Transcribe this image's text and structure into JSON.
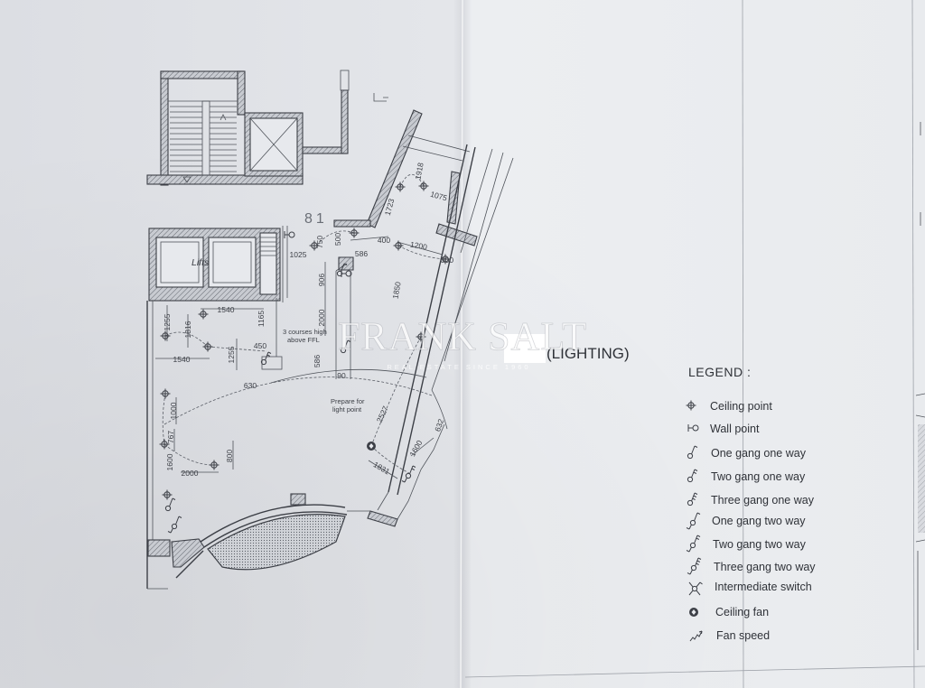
{
  "title": "(LIGHTING)",
  "watermark": {
    "brand": "FRANK SALT",
    "tagline": "REAL ESTATE SINCE 1960"
  },
  "plan": {
    "room_number": "81",
    "lifts_label": "Lifts",
    "notes": [
      "3 courses high",
      "above FFL",
      "Prepare for",
      "light point"
    ],
    "dimensions": [
      "750",
      "500",
      "400",
      "1025",
      "586",
      "1200",
      "300",
      "1723",
      "1918",
      "1075",
      "906",
      "1850",
      "2000",
      "1255",
      "1540",
      "1165",
      "1816",
      "1255",
      "450",
      "1540",
      "586",
      "630",
      "90",
      "2527",
      "632",
      "1000",
      "767",
      "800",
      "1600",
      "1831",
      "1600",
      "2000"
    ]
  },
  "legend": {
    "heading": "LEGEND :",
    "items": [
      {
        "label": "Ceiling point",
        "icon": "ceiling-point-icon"
      },
      {
        "label": "Wall point",
        "icon": "wall-point-icon"
      },
      {
        "label": "One gang one way",
        "icon": "one-gang-one-way-switch-icon"
      },
      {
        "label": "Two gang one way",
        "icon": "two-gang-one-way-switch-icon"
      },
      {
        "label": "Three gang one way",
        "icon": "three-gang-one-way-switch-icon"
      },
      {
        "label": "One gang two way",
        "icon": "one-gang-two-way-switch-icon"
      },
      {
        "label": "Two gang two way",
        "icon": "two-gang-two-way-switch-icon"
      },
      {
        "label": "Three gang two way",
        "icon": "three-gang-two-way-switch-icon"
      },
      {
        "label": "Intermediate switch",
        "icon": "intermediate-switch-icon"
      },
      {
        "label": "Ceiling fan",
        "icon": "ceiling-fan-icon"
      },
      {
        "label": "Fan speed",
        "icon": "fan-speed-icon"
      }
    ]
  },
  "colors": {
    "paper": "#e6e8ec",
    "ink": "#3c3f46",
    "redaction": "#ffffff"
  }
}
